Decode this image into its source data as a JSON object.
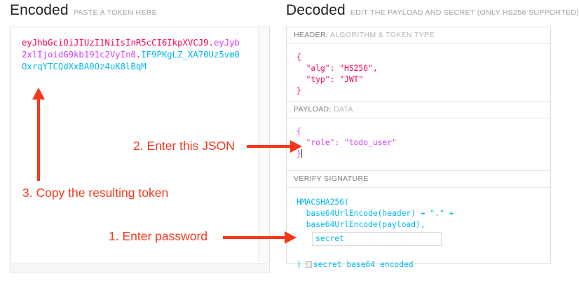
{
  "columns": {
    "encoded": {
      "title": "Encoded",
      "subtitle": "PASTE A TOKEN HERE",
      "token": {
        "header": "eyJhbGciOiJIUzI1NiIsInR5cCI6IkpXVCJ9",
        "dot1": ".",
        "payload": "eyJyb2xlIjoidG9kb191c2VyIn0",
        "dot2": ".",
        "signature": "IF9PKgLZ_XA70Uz5vm0OxrqYTCQdXxBA0Oz4uK8lBqM"
      }
    },
    "decoded": {
      "title": "Decoded",
      "subtitle": "EDIT THE PAYLOAD AND SECRET (ONLY HS256 SUPPORTED)",
      "sections": {
        "header": {
          "label_key": "HEADER:",
          "label_rest": "ALGORITHM & TOKEN TYPE",
          "code": "{\n  \"alg\": \"HS256\",\n  \"typ\": \"JWT\"\n}"
        },
        "payload": {
          "label_key": "PAYLOAD:",
          "label_rest": "DATA",
          "code": "{\n  \"role\": \"todo_user\"\n}"
        },
        "signature": {
          "label_key": "VERIFY SIGNATURE",
          "label_rest": "",
          "line1": "HMACSHA256(",
          "line2": "  base64UrlEncode(header) + \".\" +",
          "line3": "  base64UrlEncode(payload),",
          "secret_value": "secret",
          "closing_paren": ")",
          "checkbox_label": "secret base64 encoded"
        }
      }
    }
  },
  "annotations": {
    "step1": "1. Enter password",
    "step2": "2. Enter this JSON",
    "step3": "3. Copy the resulting token"
  },
  "colors": {
    "annotation_red": "#f4381c",
    "token_header": "#fb015b",
    "token_payload": "#d63aff",
    "token_signature": "#00b9f1",
    "panel_border": "#dcdcdc",
    "section_label": "#b4b4b4"
  }
}
